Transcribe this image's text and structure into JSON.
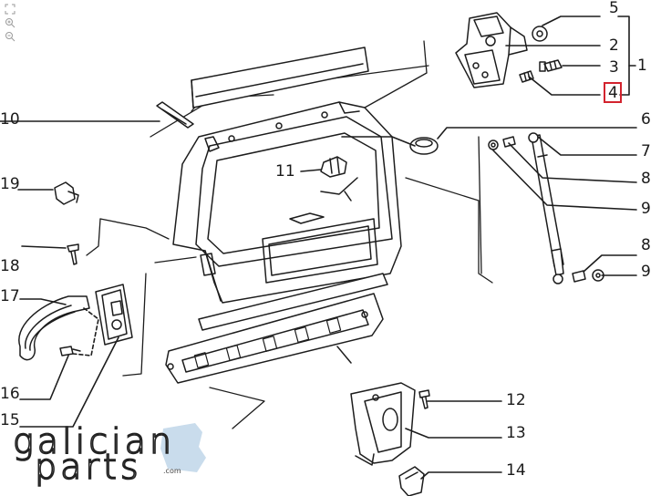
{
  "callouts": [
    {
      "id": "5",
      "label": "5"
    },
    {
      "id": "2",
      "label": "2"
    },
    {
      "id": "1",
      "label": "1"
    },
    {
      "id": "3",
      "label": "3"
    },
    {
      "id": "4",
      "label": "4",
      "highlighted": true
    },
    {
      "id": "10",
      "label": "10"
    },
    {
      "id": "6",
      "label": "6"
    },
    {
      "id": "7",
      "label": "7"
    },
    {
      "id": "8a",
      "label": "8"
    },
    {
      "id": "11",
      "label": "11"
    },
    {
      "id": "19",
      "label": "19"
    },
    {
      "id": "9a",
      "label": "9"
    },
    {
      "id": "8b",
      "label": "8"
    },
    {
      "id": "18",
      "label": "18"
    },
    {
      "id": "9b",
      "label": "9"
    },
    {
      "id": "17",
      "label": "17"
    },
    {
      "id": "16",
      "label": "16"
    },
    {
      "id": "12",
      "label": "12"
    },
    {
      "id": "15",
      "label": "15"
    },
    {
      "id": "13",
      "label": "13"
    },
    {
      "id": "14",
      "label": "14"
    }
  ],
  "highlight_color": "#d3232e",
  "brand": {
    "line1": "galician",
    "line2": "parts",
    "suffix": ".com",
    "accent_color": "#c9dcec"
  },
  "viewer_tools": [
    "fit-icon",
    "zoom-in-icon",
    "zoom-out-icon"
  ]
}
